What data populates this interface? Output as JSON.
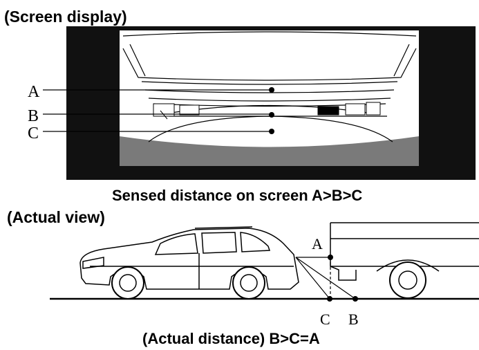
{
  "screen_section": {
    "heading": "(Screen display)",
    "labels": [
      "A",
      "B",
      "C"
    ],
    "caption": "Sensed distance on screen A>B>C"
  },
  "actual_section": {
    "heading": "(Actual view)",
    "label_top": "A",
    "label_c": "C",
    "label_b": "B",
    "caption": "(Actual distance) B>C=A"
  },
  "colors": {
    "screen_frame": "#111111",
    "screen_background": "#ffffff",
    "ground_area": "#7a7a7a",
    "line": "#000000"
  }
}
